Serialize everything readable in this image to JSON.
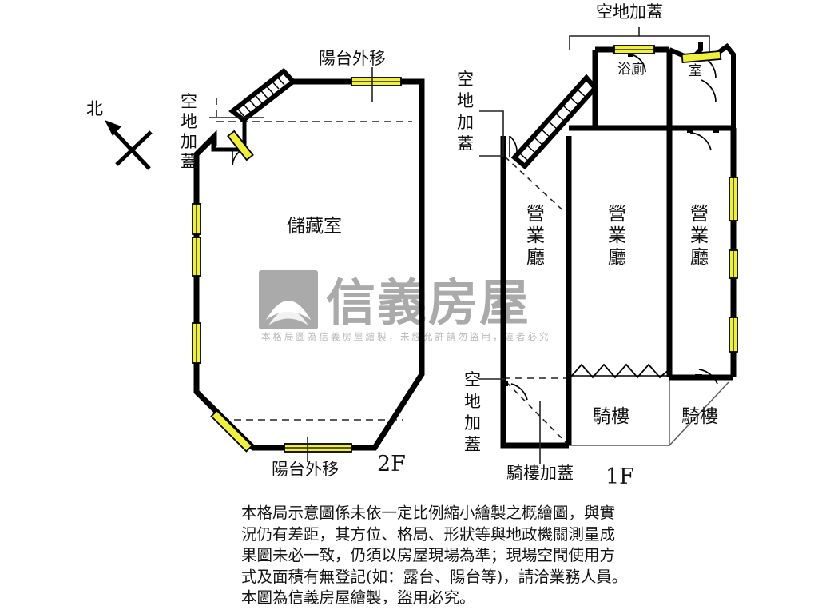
{
  "compass": {
    "label": "北"
  },
  "watermark": {
    "brand": "信義房屋",
    "notice": "本格局圖為信義房屋繪製，未經允許請勿盜用，違者必究"
  },
  "floors": [
    {
      "id": "floor-2f",
      "tag": "2F",
      "rooms": [
        {
          "name": "儲藏室"
        }
      ],
      "annotations": [
        {
          "name": "balcony-ext-top",
          "text": "陽台外移"
        },
        {
          "name": "balcony-ext-bottom",
          "text": "陽台外移"
        },
        {
          "name": "vacant-roofed-left",
          "text": "空地加蓋",
          "orientation": "vertical"
        }
      ]
    },
    {
      "id": "floor-1f",
      "tag": "1F",
      "rooms": [
        {
          "name": "營業廳"
        },
        {
          "name": "營業廳"
        },
        {
          "name": "營業廳"
        },
        {
          "name": "浴廁"
        },
        {
          "name": "室"
        },
        {
          "name": "騎樓"
        },
        {
          "name": "騎樓"
        }
      ],
      "annotations": [
        {
          "name": "vacant-roofed-top",
          "text": "空地加蓋",
          "orientation": "horizontal"
        },
        {
          "name": "vacant-roofed-left",
          "text": "空地加蓋",
          "orientation": "vertical"
        },
        {
          "name": "vacant-roofed-lower",
          "text": "空地加蓋",
          "orientation": "vertical"
        },
        {
          "name": "arcade-roofed",
          "text": "騎樓加蓋",
          "orientation": "horizontal"
        }
      ]
    }
  ],
  "disclaimer": {
    "lines": [
      "本格局示意圖係未依一定比例縮小繪製之概繪圖，與實",
      "況仍有差距，其方位、格局、形狀等與地政機關測量成",
      "果圖未必一致，仍須以房屋現場為準；現場空間使用方",
      "式及面積有無登記(如：露台、陽台等)，請洽業務人員。",
      "本圖為信義房屋繪製，盜用必究。"
    ]
  },
  "colors": {
    "wall": "#000000",
    "window_fill": "#efef3d",
    "watermark_gray": "#aaaaaa",
    "text": "#111111",
    "thin_line": "#222222"
  }
}
